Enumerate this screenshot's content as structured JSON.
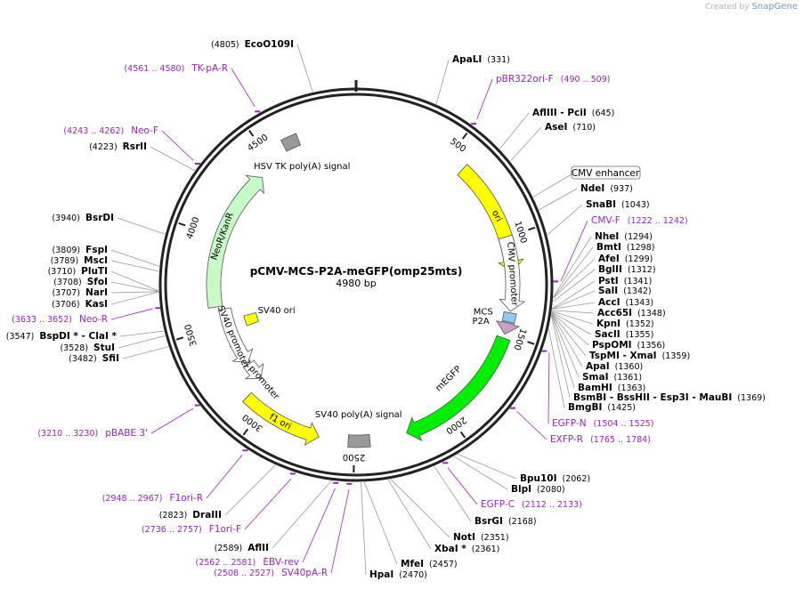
{
  "brand": {
    "created_by": "Created by",
    "name": "SnapGene"
  },
  "plasmid": {
    "name": "pCMV-MCS-P2A-meGFP(omp25mts)",
    "size": "4980 bp",
    "length": 4980
  },
  "ticks": [
    {
      "pos": 500,
      "label": "500"
    },
    {
      "pos": 1000,
      "label": "1000"
    },
    {
      "pos": 1500,
      "label": "1500"
    },
    {
      "pos": 2000,
      "label": "2000"
    },
    {
      "pos": 2500,
      "label": "2500"
    },
    {
      "pos": 3000,
      "label": "3000"
    },
    {
      "pos": 3500,
      "label": "3500"
    },
    {
      "pos": 4000,
      "label": "4000"
    },
    {
      "pos": 4500,
      "label": "4500"
    }
  ],
  "features": [
    {
      "name": "ori",
      "start": 590,
      "end": 1180,
      "dir": 1,
      "color": "#ffff00"
    },
    {
      "name": "CMV promoter",
      "start": 1000,
      "end": 1380,
      "dir": 1,
      "color": "#ffffff"
    },
    {
      "name": "MCS",
      "start": 1388,
      "end": 1435,
      "dir": 0,
      "color": "#8ecaf4"
    },
    {
      "name": "P2A",
      "start": 1440,
      "end": 1500,
      "dir": 1,
      "color": "#c9a0c4"
    },
    {
      "name": "mEGFP",
      "start": 1520,
      "end": 2230,
      "dir": 1,
      "color": "#00ee00"
    },
    {
      "name": "SV40 poly(A) signal",
      "start": 2420,
      "end": 2530,
      "dir": 0,
      "color": "#999999"
    },
    {
      "name": "f1 ori",
      "start": 2680,
      "end": 3100,
      "dir": -1,
      "color": "#ffff00"
    },
    {
      "name": "AmpR promoter",
      "start": 3120,
      "end": 3230,
      "dir": -1,
      "color": "#ffffff"
    },
    {
      "name": "SV40 promoter",
      "start": 3240,
      "end": 3590,
      "dir": -1,
      "color": "#ffffff"
    },
    {
      "name": "SV40 ori",
      "start": 3450,
      "end": 3520,
      "dir": 0,
      "color": "#ffff00"
    },
    {
      "name": "NeoR/KanR",
      "start": 3610,
      "end": 4410,
      "dir": 1,
      "color": "#c8fac8"
    },
    {
      "name": "HSV TK poly(A) signal",
      "start": 4600,
      "end": 4680,
      "dir": 0,
      "color": "#999999"
    }
  ],
  "sites": [
    {
      "label": "EcoO109I",
      "num": "(4805)"
    },
    {
      "label": "ApaLI",
      "num": "(331)"
    },
    {
      "label": "AflIII  - PciI",
      "num": "(645)"
    },
    {
      "label": "AseI",
      "num": "(710)"
    },
    {
      "label": "NdeI",
      "num": "(937)"
    },
    {
      "label": "SnaBI",
      "num": "(1043)"
    },
    {
      "label": "NheI",
      "num": "(1294)"
    },
    {
      "label": "BmtI",
      "num": "(1298)"
    },
    {
      "label": "AfeI",
      "num": "(1299)"
    },
    {
      "label": "BglII",
      "num": "(1312)"
    },
    {
      "label": "PstI",
      "num": "(1341)"
    },
    {
      "label": "SalI",
      "num": "(1342)"
    },
    {
      "label": "AccI",
      "num": "(1343)"
    },
    {
      "label": "Acc65I",
      "num": "(1348)"
    },
    {
      "label": "KpnI",
      "num": "(1352)"
    },
    {
      "label": "SacII",
      "num": "(1355)"
    },
    {
      "label": "PspOMI",
      "num": "(1356)"
    },
    {
      "label": "TspMI  - XmaI",
      "num": "(1359)"
    },
    {
      "label": "ApaI",
      "num": "(1360)"
    },
    {
      "label": "SmaI",
      "num": "(1361)"
    },
    {
      "label": "BamHI",
      "num": "(1363)"
    },
    {
      "label": "BsmBI  - BssHII  - Esp3I  - MauBI",
      "num": "(1369)"
    },
    {
      "label": "BmgBI",
      "num": "(1425)"
    },
    {
      "label": "Bpu10I",
      "num": "(2062)"
    },
    {
      "label": "BlpI",
      "num": "(2080)"
    },
    {
      "label": "BsrGI",
      "num": "(2168)"
    },
    {
      "label": "NotI",
      "num": "(2351)"
    },
    {
      "label": "XbaI *",
      "num": "(2361)"
    },
    {
      "label": "MfeI",
      "num": "(2457)"
    },
    {
      "label": "HpaI",
      "num": "(2470)"
    },
    {
      "label": "AflII",
      "num": "(2589)"
    },
    {
      "label": "DraIII",
      "num": "(2823)"
    },
    {
      "label": "SfiI",
      "num": "(3482)"
    },
    {
      "label": "StuI",
      "num": "(3528)"
    },
    {
      "label": "BspDI *  - ClaI *",
      "num": "(3547)"
    },
    {
      "label": "KasI",
      "num": "(3706)"
    },
    {
      "label": "NarI",
      "num": "(3707)"
    },
    {
      "label": "SfoI",
      "num": "(3708)"
    },
    {
      "label": "PluTI",
      "num": "(3710)"
    },
    {
      "label": "MscI",
      "num": "(3789)"
    },
    {
      "label": "FspI",
      "num": "(3809)"
    },
    {
      "label": "BsrDI",
      "num": "(3940)"
    },
    {
      "label": "RsrII",
      "num": "(4223)"
    }
  ],
  "primers": [
    {
      "label": "TK-pA-R",
      "range": "(4561 .. 4580)"
    },
    {
      "label": "pBR322ori-F",
      "range": "(490 .. 509)"
    },
    {
      "label": "Neo-F",
      "range": "(4243 .. 4262)"
    },
    {
      "label": "CMV-F",
      "range": "(1222 .. 1242)"
    },
    {
      "label": "Neo-R",
      "range": "(3633 .. 3652)"
    },
    {
      "label": "EGFP-N",
      "range": "(1504 .. 1525)"
    },
    {
      "label": "EXFP-R",
      "range": "(1765 .. 1784)"
    },
    {
      "label": "pBABE 3'",
      "range": "(3210 .. 3230)"
    },
    {
      "label": "EGFP-C",
      "range": "(2112 .. 2133)"
    },
    {
      "label": "F1ori-R",
      "range": "(2948 .. 2967)"
    },
    {
      "label": "F1ori-F",
      "range": "(2736 .. 2757)"
    },
    {
      "label": "EBV-rev",
      "range": "(2562 .. 2581)"
    },
    {
      "label": "SV40pA-R",
      "range": "(2508 .. 2527)"
    }
  ],
  "boxed_labels": [
    {
      "label": "CMV enhancer"
    }
  ],
  "colors": {
    "backbone": "#222222",
    "enzyme": "#000000",
    "primer": "#a020c8",
    "orf_outline": "#e8b060",
    "leader": "#9a9a9a"
  }
}
